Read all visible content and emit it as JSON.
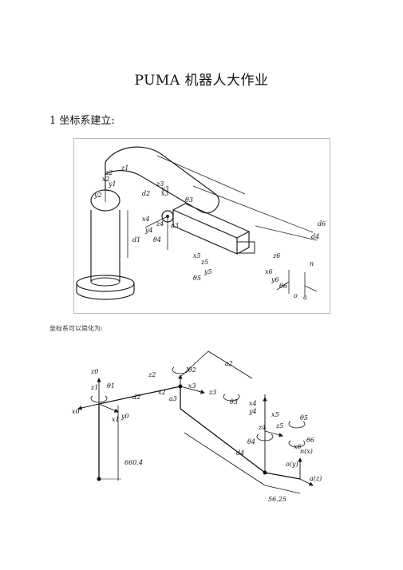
{
  "document": {
    "title": "PUMA 机器人大作业",
    "section_heading": "1 坐标系建立:",
    "caption_simplified": "坐标系可以简化为:"
  },
  "figure1": {
    "labels": [
      "z2",
      "x2",
      "y2",
      "z1",
      "z3",
      "y3",
      "x3",
      "d2",
      "d1",
      "x4",
      "z4",
      "y4",
      "θ4",
      "a3",
      "d4",
      "d6",
      "x5",
      "z5",
      "y5",
      "θ5",
      "x6",
      "y6",
      "θ6",
      "n",
      "o",
      "a",
      "z6",
      "θ3",
      "y1"
    ]
  },
  "figure2": {
    "labels": [
      "z0",
      "z1",
      "θ1",
      "x0",
      "x1",
      "y0",
      "d2",
      "z2",
      "x2",
      "θ2",
      "a2",
      "a3",
      "x3",
      "z3",
      "θ3",
      "x4",
      "y4",
      "z4",
      "θ4",
      "d4",
      "x5",
      "z5",
      "θ5",
      "x6",
      "θ6",
      "n(x)",
      "o(y)",
      "a(z)",
      "660.4",
      "56.25"
    ]
  }
}
